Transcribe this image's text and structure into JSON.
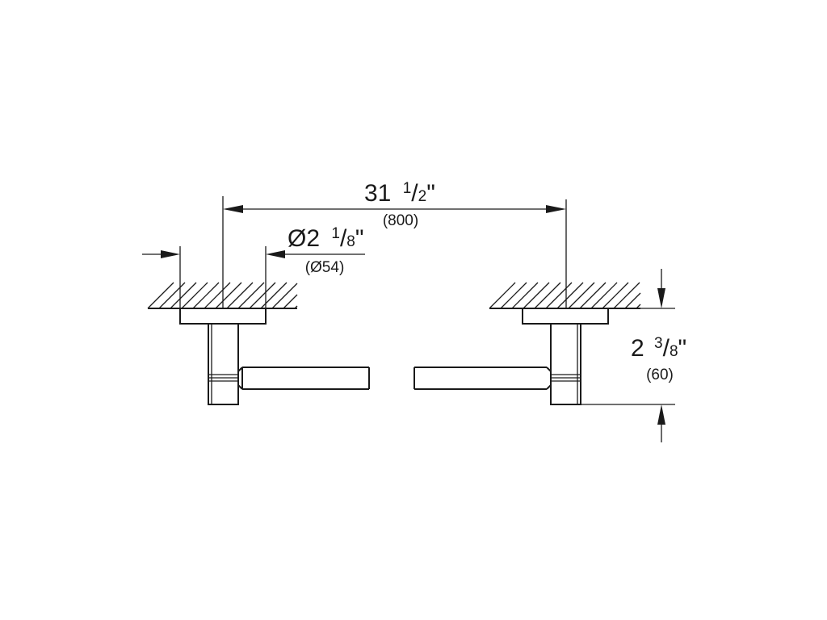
{
  "dimensions": {
    "length": {
      "whole": "31",
      "num": "1",
      "sep": "/",
      "den": "2",
      "unit": "\"",
      "metric": "(800)"
    },
    "diameter": {
      "prefix": "Ø",
      "whole": "2",
      "num": "1",
      "sep": "/",
      "den": "8",
      "unit": "\"",
      "metric": "(Ø54)"
    },
    "projection": {
      "whole": "2",
      "num": "3",
      "sep": "/",
      "den": "8",
      "unit": "\"",
      "metric": "(60)"
    }
  },
  "colors": {
    "line": "#1a1a1a",
    "background": "#ffffff"
  }
}
